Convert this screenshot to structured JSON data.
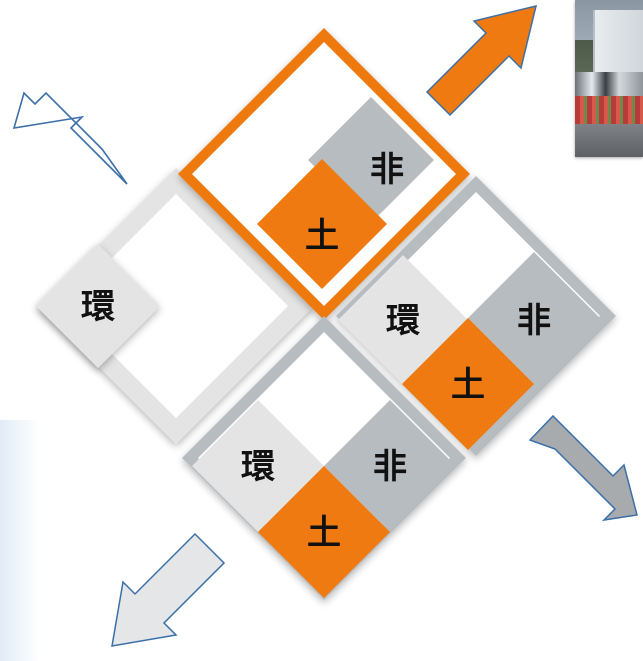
{
  "diagram": {
    "title": "",
    "labels": {
      "kan": "環",
      "hi": "非",
      "do": "土"
    },
    "colors": {
      "orange": "#EE7A11",
      "gray": "#B7BCC0",
      "light_gray": "#E4E4E4",
      "arrow_outline": "#3B6FA8",
      "arrow_gray": "#A8ABAE",
      "white": "#FFFFFF",
      "text": "#111111"
    },
    "arrows": {
      "top_right": "orange-filled",
      "top_left": "white-outlined",
      "bottom_right": "gray-filled",
      "bottom_left": "light-gray-filled"
    }
  }
}
